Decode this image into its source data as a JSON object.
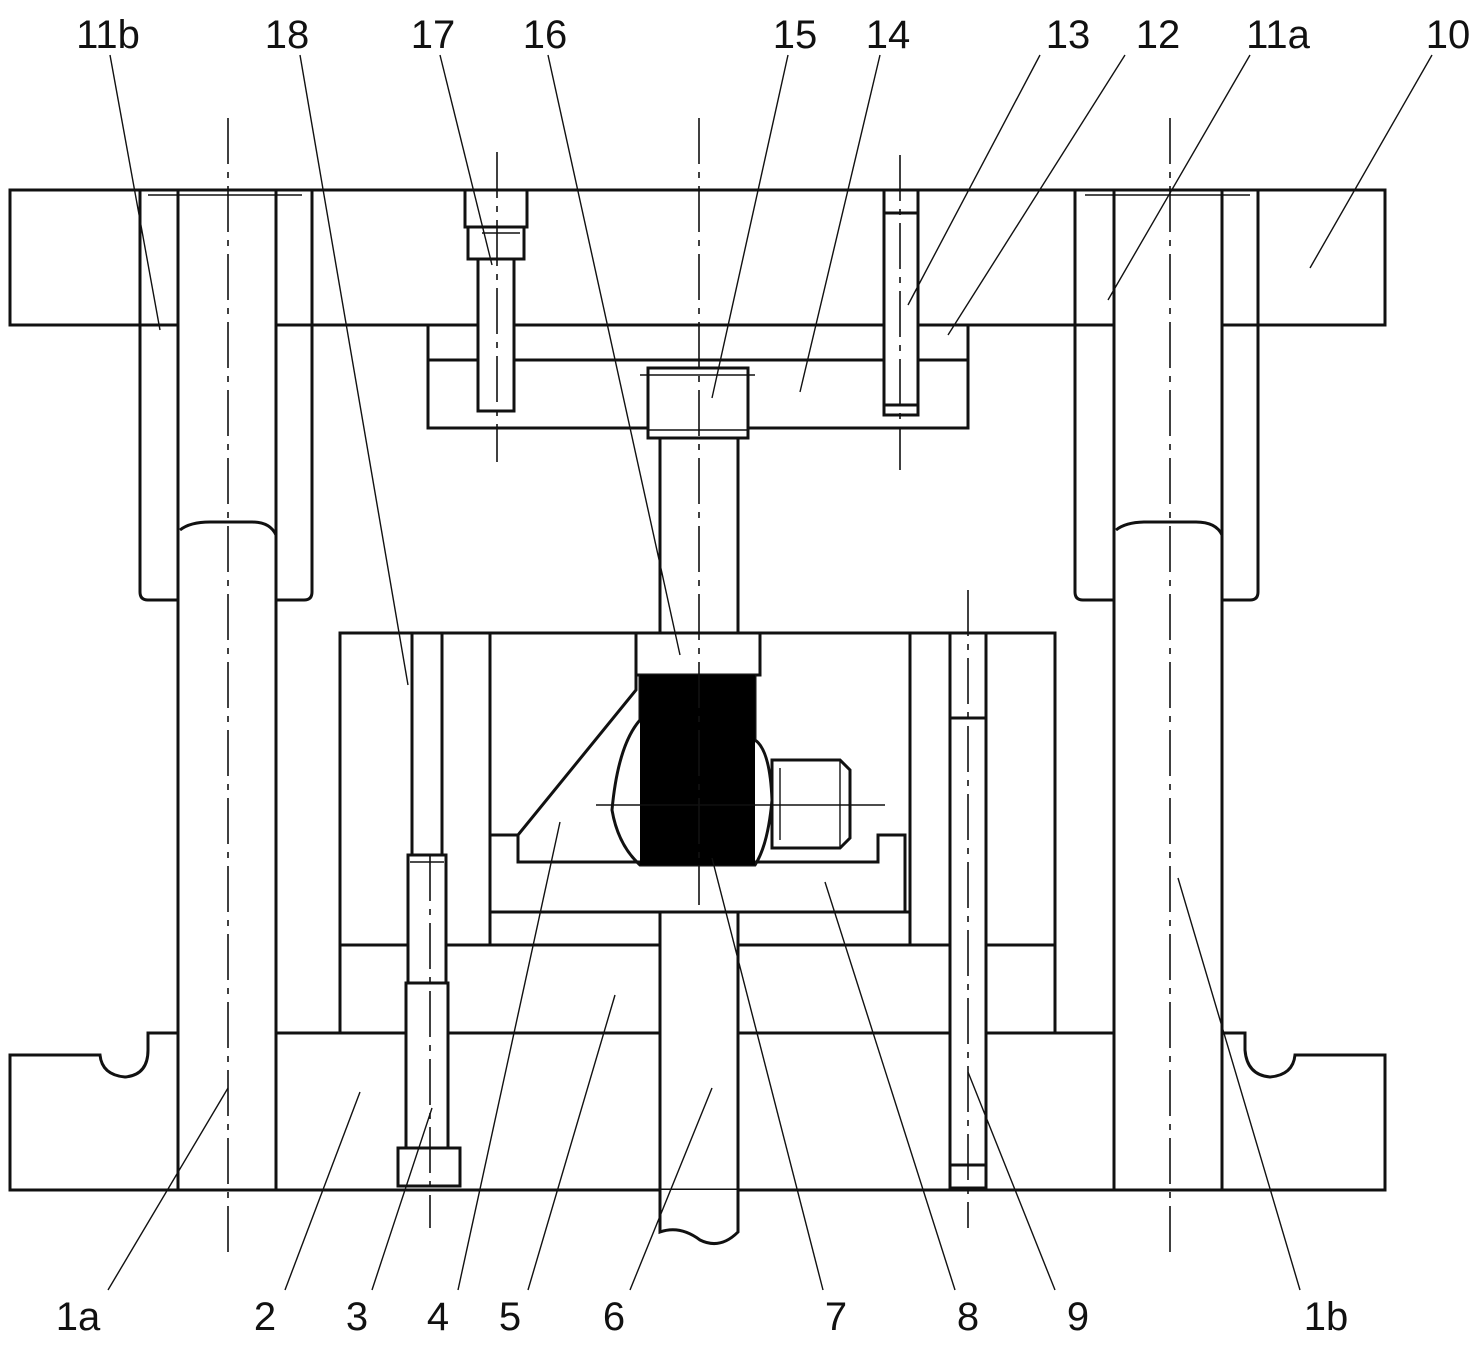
{
  "colors": {
    "line": "#111111",
    "background": "#ffffff",
    "workpiece": "#000000"
  },
  "labels": {
    "top": [
      "11b",
      "18",
      "17",
      "16",
      "15",
      "14",
      "13",
      "12",
      "11a",
      "10"
    ],
    "bottom": [
      "1a",
      "2",
      "3",
      "4",
      "5",
      "6",
      "7",
      "8",
      "9",
      "1b"
    ]
  }
}
